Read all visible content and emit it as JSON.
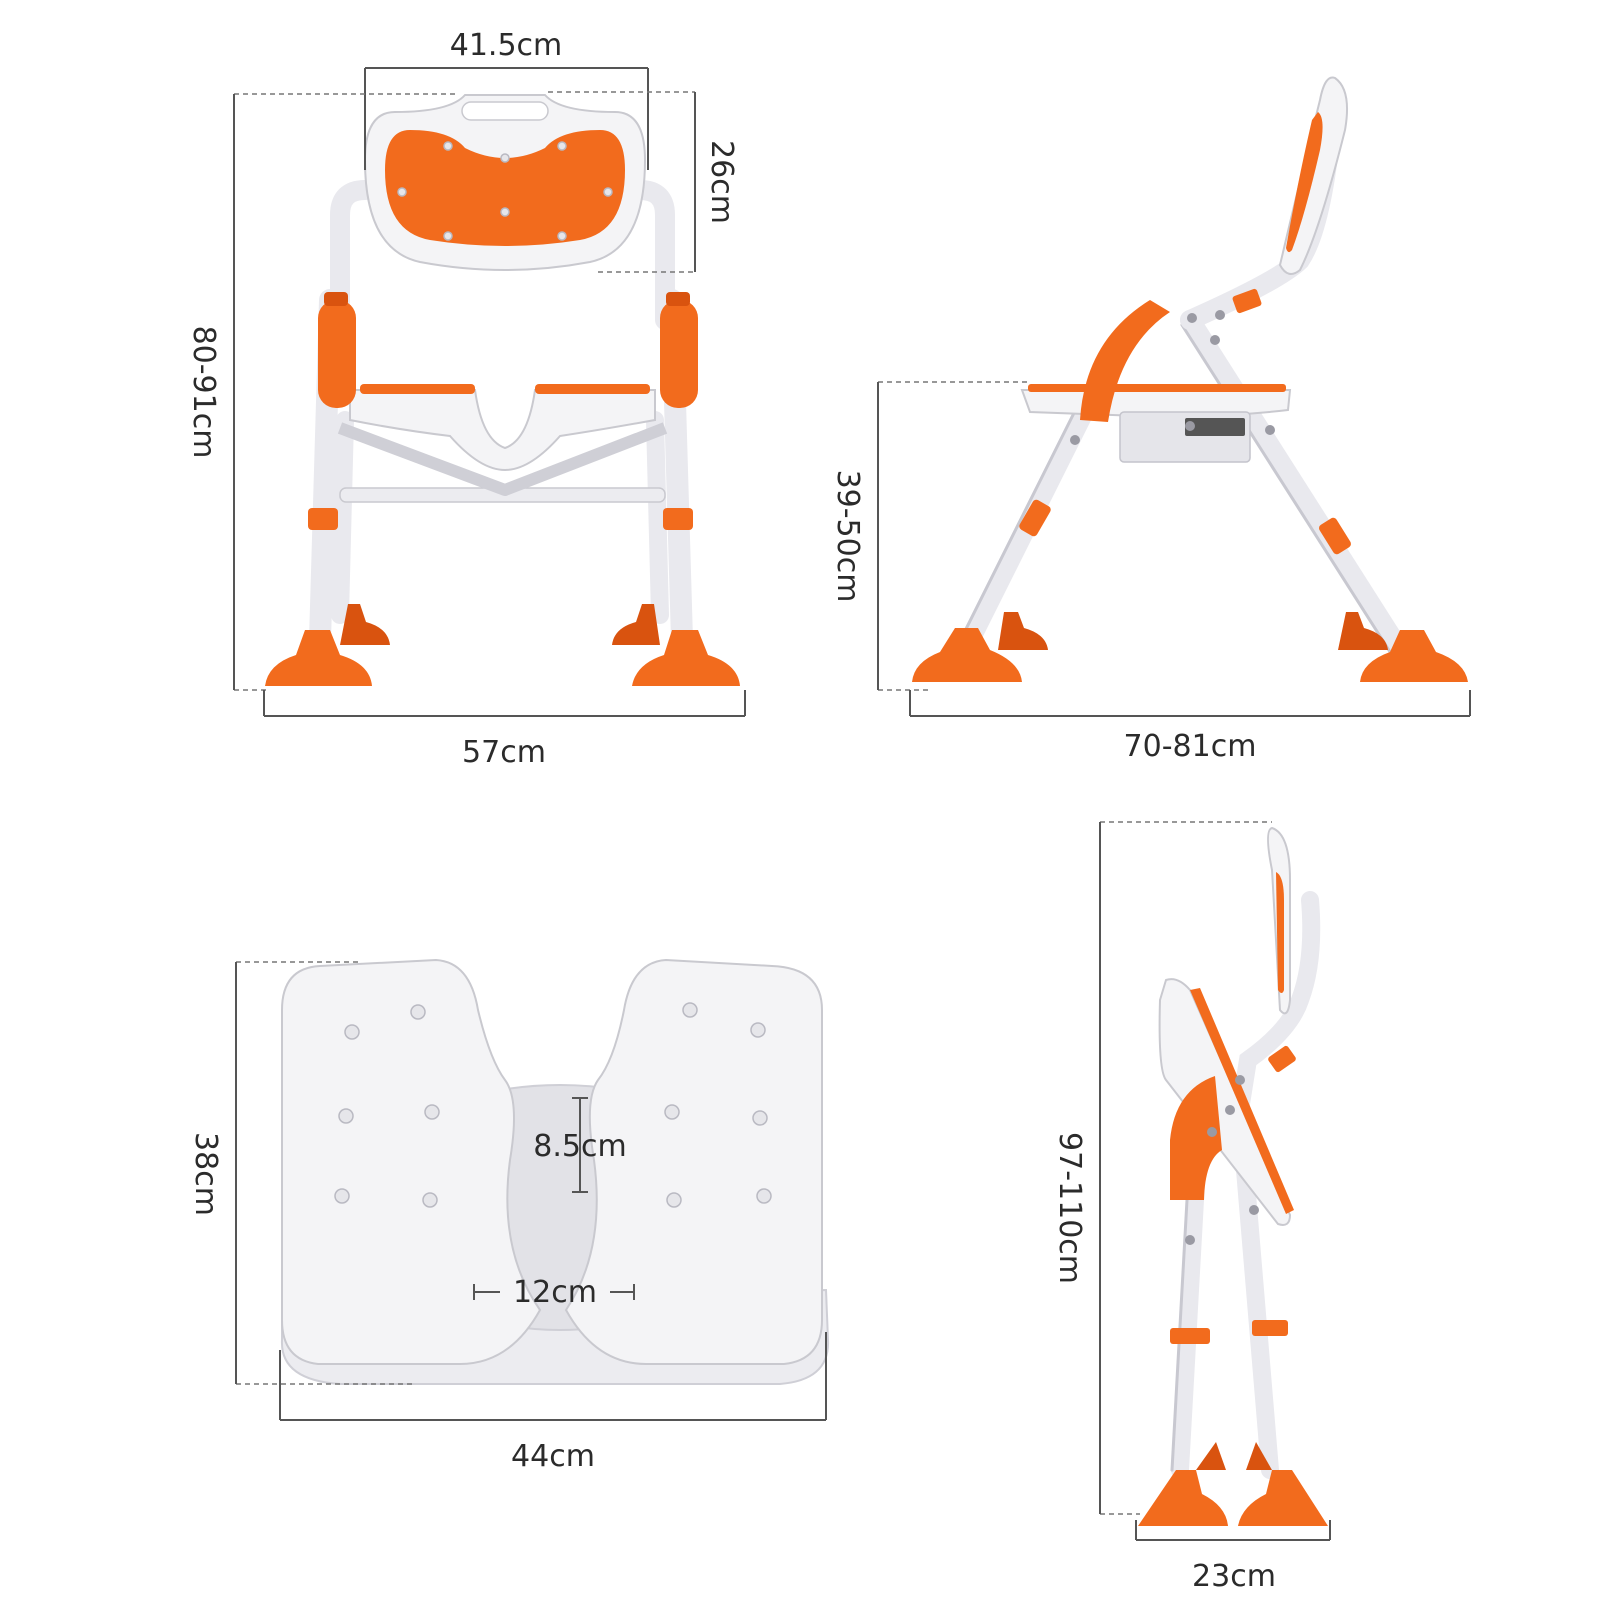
{
  "dimensions": {
    "front_width_top": "41.5cm",
    "backrest_height": "26cm",
    "overall_height": "80-91cm",
    "base_width": "57cm",
    "seat_height": "39-50cm",
    "side_depth": "70-81cm",
    "seat_depth": "38cm",
    "cutout_depth": "8.5cm",
    "cutout_width": "12cm",
    "seat_width": "44cm",
    "folded_height": "97-110cm",
    "folded_depth": "23cm"
  },
  "colors": {
    "accent": "#f26b1d",
    "frame": "#f4f4f6"
  }
}
